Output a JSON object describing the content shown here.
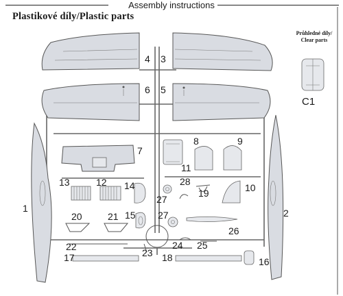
{
  "header": {
    "title": "Assembly instructions"
  },
  "plastic_section": {
    "title": "Plastikové díly/Plastic parts"
  },
  "clear_section": {
    "title_cz": "Průhledné díly/",
    "title_en": "Clear parts",
    "part_label": "C1"
  },
  "part_labels": [
    "1",
    "2",
    "3",
    "4",
    "5",
    "6",
    "7",
    "8",
    "9",
    "10",
    "11",
    "12",
    "13",
    "14",
    "15",
    "16",
    "17",
    "18",
    "19",
    "20",
    "21",
    "22",
    "23",
    "24",
    "25",
    "26",
    "27",
    "27",
    "28"
  ],
  "colors": {
    "line": "#222222",
    "part_fill": "#d9dce2",
    "part_stroke": "#555555"
  }
}
